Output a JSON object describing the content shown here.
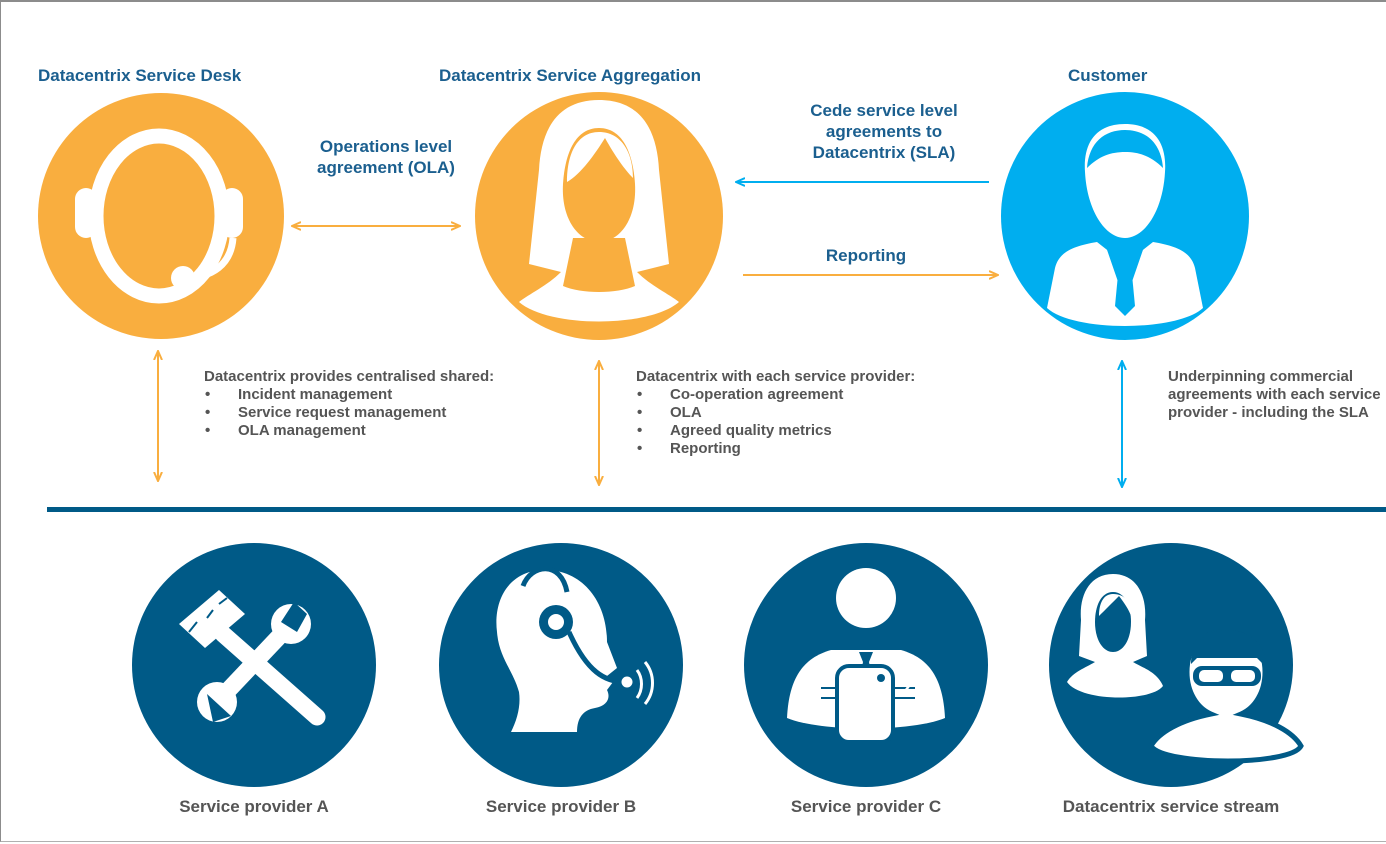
{
  "headers": {
    "service_desk": "Datacentrix Service Desk",
    "service_aggregation": "Datacentrix Service Aggregation",
    "customer": "Customer"
  },
  "arrows": {
    "ola_label": "Operations level agreement (OLA)",
    "sla_label": "Cede service level agreements to Datacentrix (SLA)",
    "reporting_label": "Reporting"
  },
  "notes": {
    "service_desk": {
      "intro": "Datacentrix provides centralised shared:",
      "items": [
        "Incident management",
        "Service request management",
        "OLA management"
      ]
    },
    "aggregation": {
      "intro": "Datacentrix with each service provider:",
      "items": [
        "Co-operation agreement",
        "OLA",
        "Agreed quality metrics",
        "Reporting"
      ]
    },
    "customer": {
      "intro": "Underpinning commercial agreements with each service provider - including the SLA"
    }
  },
  "providers": [
    {
      "label": "Service provider A",
      "icon": "tools-icon"
    },
    {
      "label": "Service provider B",
      "icon": "headset-profile-icon"
    },
    {
      "label": "Service provider C",
      "icon": "tablet-user-icon"
    },
    {
      "label": "Datacentrix service stream",
      "icon": "team-icon"
    }
  ],
  "colors": {
    "orange": "#F9AE3F",
    "light_blue": "#00AEEF",
    "dark_blue": "#005A87",
    "title_blue": "#1B5F8F",
    "grey_text": "#555555"
  }
}
